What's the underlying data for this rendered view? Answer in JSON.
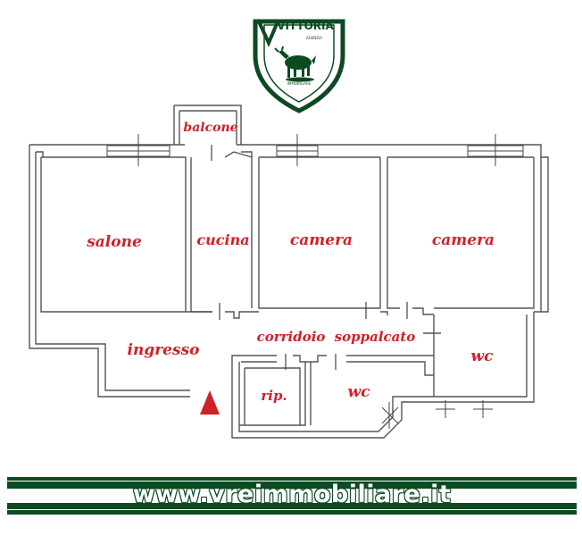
{
  "logo": {
    "brand": "VITTORIA",
    "subtitle": "AGENZIA",
    "motto": "IMMOBILIARE"
  },
  "rooms": {
    "balcone": "balcone",
    "salone": "salone",
    "cucina": "cucina",
    "camera_1": "camera",
    "camera_2": "camera",
    "ingresso": "ingresso",
    "corridoio": "corridoio",
    "soppalcato": "soppalcato",
    "wc_right": "wc",
    "wc_center": "wc",
    "rip": "rip."
  },
  "footer": {
    "url": "www.vreimmobiliare.it"
  },
  "colors": {
    "wall": "#555555",
    "label": "#d0202a",
    "entrance_marker": "#d0202a",
    "brand_green": "#0d4a22"
  }
}
